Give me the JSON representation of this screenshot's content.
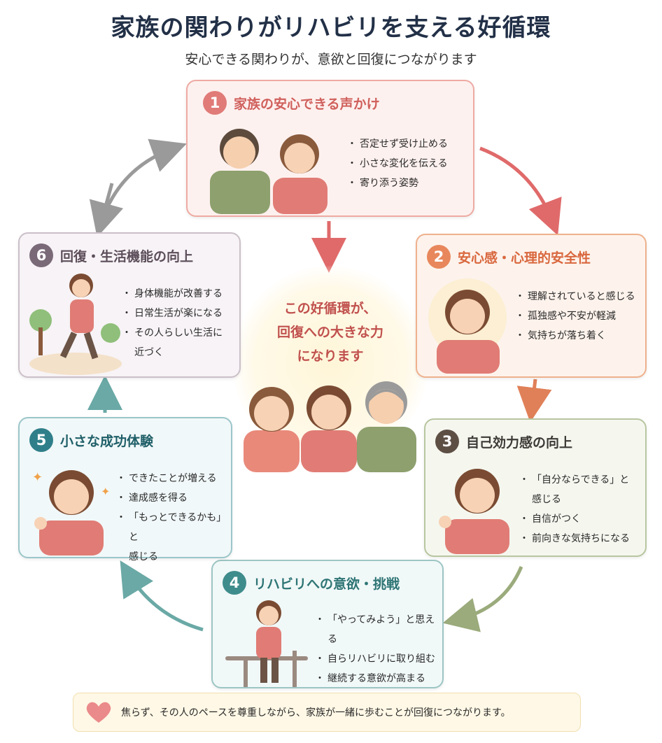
{
  "title": "家族の関わりがリハビリを支える好循環",
  "subtitle": "安心できる関わりが、意欲と回復につながります",
  "cards": [
    {
      "num": "1",
      "title": "家族の安心できる声かけ",
      "bullets": [
        "否定せず受け止める",
        "小さな変化を伝える",
        "寄り添う姿勢"
      ]
    },
    {
      "num": "2",
      "title": "安心感・心理的安全性",
      "bullets": [
        "理解されていると感じる",
        "孤独感や不安が軽減",
        "気持ちが落ち着く"
      ]
    },
    {
      "num": "3",
      "title": "自己効力感の向上",
      "bullets": [
        "「自分ならできる」と",
        "感じる",
        "自信がつく",
        "前向きな気持ちになる"
      ]
    },
    {
      "num": "4",
      "title": "リハビリへの意欲・挑戦",
      "bullets": [
        "「やってみよう」と思える",
        "自らリハビリに取り組む",
        "継続する意欲が高まる"
      ]
    },
    {
      "num": "5",
      "title": "小さな成功体験",
      "bullets": [
        "できたことが増える",
        "達成感を得る",
        "「もっとできるかも」と",
        "感じる"
      ]
    },
    {
      "num": "6",
      "title": "回復・生活機能の向上",
      "bullets": [
        "身体機能が改善する",
        "日常生活が楽になる",
        "その人らしい生活に",
        "近づく"
      ]
    }
  ],
  "center": {
    "line1": "この好循環が、",
    "line2": "回復への大きな力",
    "line3": "になります"
  },
  "footer": "焦らず、その人のペースを尊重しながら、家族が一緒に歩むことが回復につながります。",
  "colors": {
    "card1": "#e07b78",
    "card2": "#e8875c",
    "card3": "#5e4f45",
    "card4": "#3f8c8c",
    "card5": "#2f7f8a",
    "card6": "#7a6a78",
    "arrow_red": "#e06a6a",
    "arrow_orange": "#e08058",
    "arrow_green": "#9bab7c",
    "arrow_teal": "#6aa9a6",
    "arrow_gray": "#9a9a9a"
  }
}
